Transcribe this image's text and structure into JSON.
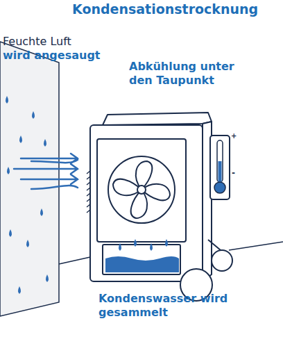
{
  "diagram": {
    "title": "Kondensationstrocknung",
    "labels": [
      "Feuchte Luft",
      "wird angesaugt",
      "Abkühlung unter den Taupunkt",
      "Kondenswasser wird gesammelt",
      "+",
      "-"
    ]
  }
}
